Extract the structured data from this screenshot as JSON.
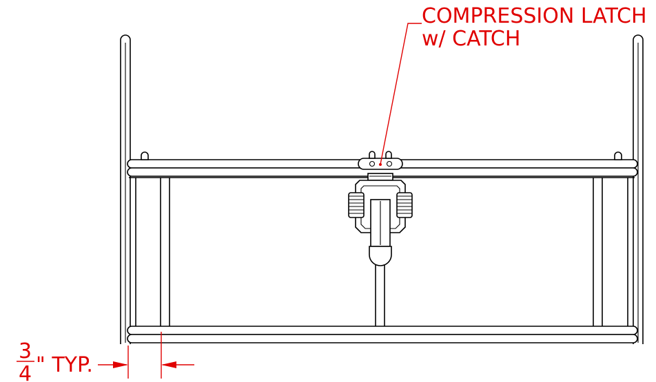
{
  "callout": {
    "line1": "COMPRESSION LATCH",
    "line2": "w/ CATCH"
  },
  "dimension": {
    "numerator": "3",
    "denominator": "4",
    "suffix": "\" TYP."
  },
  "colors": {
    "annotation": "#e00000",
    "linework": "#000000"
  }
}
